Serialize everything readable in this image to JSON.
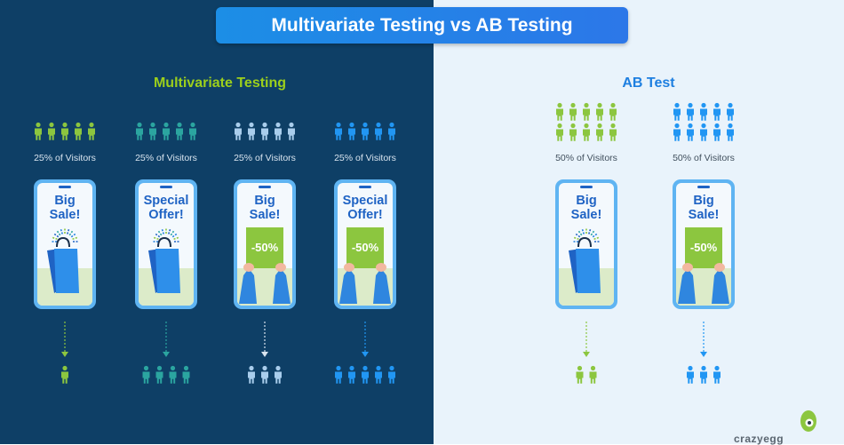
{
  "title": "Multivariate Testing vs AB Testing",
  "left": {
    "heading": "Multivariate Testing",
    "variants": [
      {
        "visitors_label": "25% of Visitors",
        "headline_1": "Big",
        "headline_2": "Sale!",
        "image": "shopping-bag",
        "badge": "",
        "color": "#8cc63f",
        "top_people": 5,
        "bottom_people": 1
      },
      {
        "visitors_label": "25% of Visitors",
        "headline_1": "Special",
        "headline_2": "Offer!",
        "image": "shopping-bag",
        "badge": "",
        "color": "#2ba5a0",
        "top_people": 5,
        "bottom_people": 4
      },
      {
        "visitors_label": "25% of Visitors",
        "headline_1": "Big",
        "headline_2": "Sale!",
        "image": "discount-sign",
        "badge": "-50%",
        "color": "#a9cdec",
        "top_people": 5,
        "bottom_people": 3
      },
      {
        "visitors_label": "25% of Visitors",
        "headline_1": "Special",
        "headline_2": "Offer!",
        "image": "discount-sign",
        "badge": "-50%",
        "color": "#2196f3",
        "top_people": 5,
        "bottom_people": 5
      }
    ]
  },
  "right": {
    "heading": "AB Test",
    "variants": [
      {
        "visitors_label": "50% of Visitors",
        "headline_1": "Big",
        "headline_2": "Sale!",
        "image": "shopping-bag",
        "badge": "",
        "color": "#8cc63f",
        "top_people": 10,
        "bottom_people": 2
      },
      {
        "visitors_label": "50% of Visitors",
        "headline_1": "Big",
        "headline_2": "Sale!",
        "image": "discount-sign",
        "badge": "-50%",
        "color": "#2196f3",
        "top_people": 10,
        "bottom_people": 3
      }
    ]
  },
  "colors": {
    "left_bg": "#0e3f66",
    "right_bg": "#e9f3fb",
    "accent_green": "#9ccf1c",
    "accent_blue": "#1e7fe0"
  },
  "brand": "crazyegg"
}
